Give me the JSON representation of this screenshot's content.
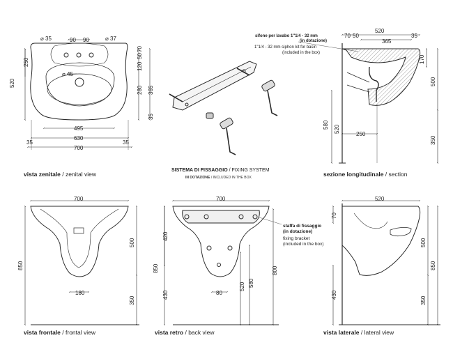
{
  "views": {
    "top": {
      "caption_it": "vista zenitale",
      "caption_en": "zenital view",
      "dims": {
        "hole_left": "⌀ 35",
        "spacing_left": "90",
        "spacing_right": "90",
        "hole_right": "⌀ 37",
        "drain": "⌀ 45",
        "overall_depth": "520",
        "left_250": "250",
        "r_50": "50",
        "r_70": "70",
        "r_120": "120",
        "r_280": "280",
        "r_365": "365",
        "r_35": "35",
        "w_495": "495",
        "w_630": "630",
        "w_700": "700",
        "edge_left": "35",
        "edge_right": "35"
      }
    },
    "fixing": {
      "caption_it": "SISTEMA DI FISSAGGIO",
      "caption_en": "FIXING SYSTEM",
      "sub_it": "IN DOTAZIONE",
      "sub_en": "INCLUDED IN THE BOX"
    },
    "section": {
      "caption_it": "sezione longitudinale",
      "caption_en": "section",
      "note_line1": "sifone per lavabo 1\"1/4 - 32 mm",
      "note_line2": "(in dotazione)",
      "note_line3": "1\"1/4 - 32 mm siphon kit for basin",
      "note_line4": "(included in the box)",
      "dims": {
        "top_520": "520",
        "d_70": "70",
        "d_50": "50",
        "d_365": "365",
        "d_35": "35",
        "d_170": "170",
        "d_500": "500",
        "d_350": "350",
        "d_580": "580",
        "d_520v": "520",
        "d_250": "250"
      }
    },
    "front": {
      "caption_it": "vista frontale",
      "caption_en": "frontal view",
      "dims": {
        "w_700": "700",
        "h_850": "850",
        "h_500": "500",
        "h_350": "350",
        "w_180": "180"
      }
    },
    "back": {
      "caption_it": "vista retro",
      "caption_en": "back view",
      "bracket_it_line1": "staffa di fissaggio",
      "bracket_it_line2": "(in dotazione)",
      "bracket_en_line1": "fixing bracket",
      "bracket_en_line2": "(included in the box)",
      "dims": {
        "w_700": "700",
        "h_850": "850",
        "h_420": "420",
        "h_430": "430",
        "w_80": "80",
        "h_520": "520",
        "h_580": "580",
        "h_800": "800"
      }
    },
    "side": {
      "caption_it": "vista laterale",
      "caption_en": "lateral view",
      "dims": {
        "w_520": "520",
        "h_70": "70",
        "h_500": "500",
        "h_850": "850",
        "h_350": "350",
        "h_430": "430"
      }
    }
  },
  "colors": {
    "line": "#2a2a2a",
    "dim": "#333333",
    "fill": "#f2f2f2",
    "hatch": "#555555"
  }
}
